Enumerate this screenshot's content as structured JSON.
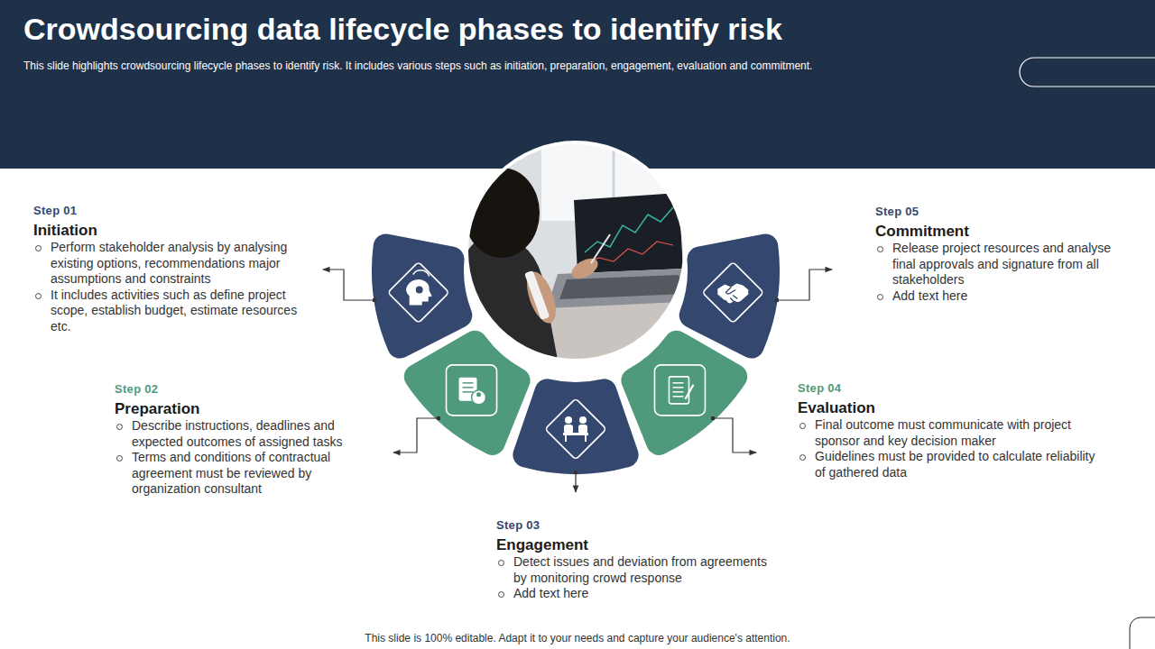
{
  "diagram": {
    "title": "Crowdsourcing data lifecycle phases to identify risk",
    "caption": "This slide is 100% editable. Adapt it to your needs and capture your audience's attention.",
    "nodes": [
      {
        "text": [
          "Step 01",
          "Initiation",
          "Perform stakeholder analysis by analysing existing options, recommendations major assumptions and constraints",
          "It includes activities such as define project scope, establish budget, estimate resources etc."
        ]
      },
      {
        "text": [
          "Step 02",
          "Preparation",
          "Describe instructions, deadlines and expected outcomes of assigned tasks",
          "Terms and conditions of contractual agreement must be reviewed by organization consultant"
        ]
      },
      {
        "text": [
          "Step 03",
          "Engagement",
          "Detect issues and deviation from agreements by monitoring crowd response",
          "Add text here"
        ]
      },
      {
        "text": [
          "Step 04",
          "Evaluation",
          "Final outcome must communicate with project sponsor and key decision maker",
          "Guidelines must be provided to calculate reliability of gathered data"
        ]
      },
      {
        "text": [
          "Step 05",
          "Commitment",
          "Release project resources and analyse final approvals and signature from all stakeholders",
          "Add text here"
        ]
      }
    ],
    "labels": [
      "This slide highlights crowdsourcing lifecycle phases to identify risk. It includes various steps such as initiation, preparation, engagement, evaluation and commitment."
    ]
  }
}
